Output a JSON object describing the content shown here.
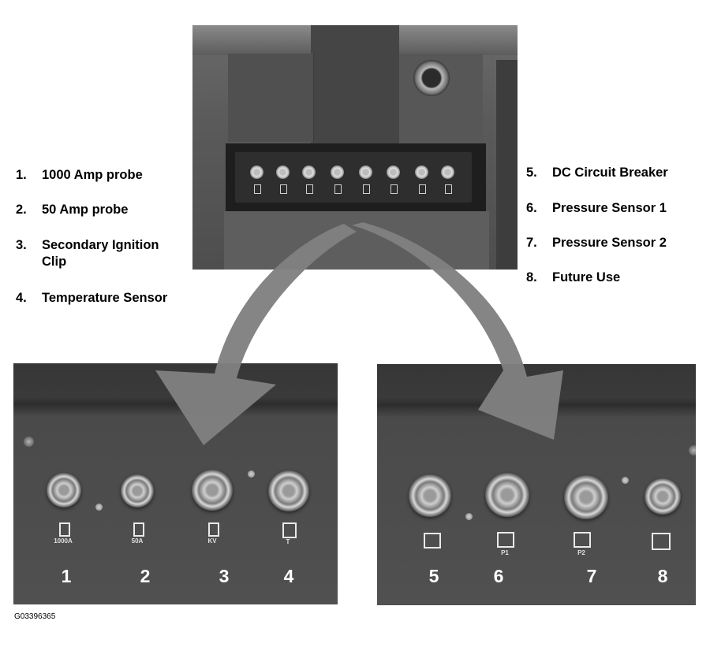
{
  "legend_left": [
    {
      "num": "1.",
      "text": "1000 Amp probe"
    },
    {
      "num": "2.",
      "text": "50 Amp probe"
    },
    {
      "num": "3.",
      "text": "Secondary Ignition",
      "text2": "Clip"
    },
    {
      "num": "4.",
      "text": "Temperature Sensor"
    }
  ],
  "legend_right": [
    {
      "num": "5.",
      "text": "DC Circuit Breaker"
    },
    {
      "num": "6.",
      "text": "Pressure Sensor 1"
    },
    {
      "num": "7.",
      "text": "Pressure Sensor 2"
    },
    {
      "num": "8.",
      "text": "Future Use"
    }
  ],
  "left_photo": {
    "connectors": [
      {
        "number": "1",
        "label": "1000A"
      },
      {
        "number": "2",
        "label": "50A"
      },
      {
        "number": "3",
        "label": "KV"
      },
      {
        "number": "4",
        "label": "T"
      }
    ]
  },
  "right_photo": {
    "connectors": [
      {
        "number": "5",
        "label": ""
      },
      {
        "number": "6",
        "label": "P1"
      },
      {
        "number": "7",
        "label": "P2"
      },
      {
        "number": "8",
        "label": ""
      }
    ]
  },
  "figure_id": "G03396365",
  "colors": {
    "arrow": "#808080",
    "photo_dark": "#4a4a4a"
  }
}
